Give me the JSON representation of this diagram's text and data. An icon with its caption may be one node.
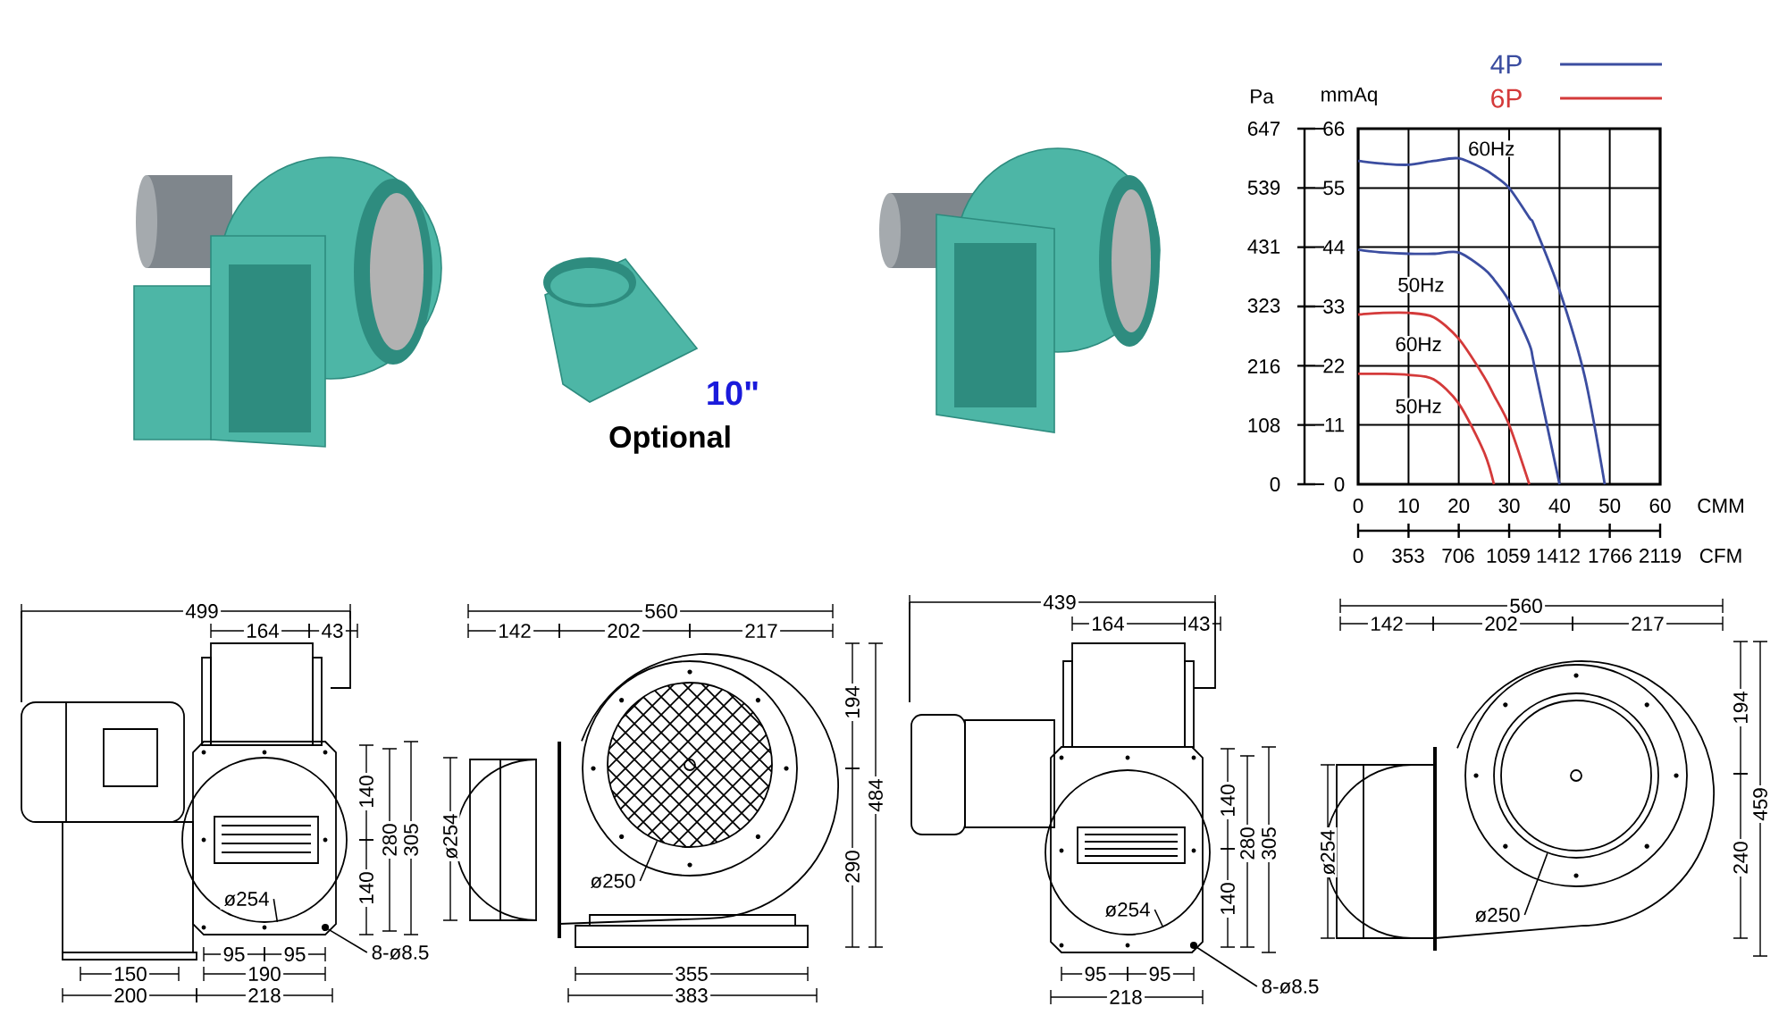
{
  "diagram": {
    "nodes": [
      {
        "text": [],
        "shape": "circle"
      },
      {
        "text": [
          "ø254"
        ],
        "in": 0
      },
      {
        "text": [],
        "shape": "circle"
      },
      {
        "text": [
          "8-ø8.5"
        ]
      },
      {
        "text": [],
        "shape": "circle"
      },
      {
        "text": [
          "ø250"
        ]
      },
      {
        "text": [],
        "shape": "circle"
      },
      {
        "text": [
          "ø254"
        ],
        "in": 6
      },
      {
        "text": [],
        "shape": "circle"
      },
      {
        "text": [
          "8-ø8.5"
        ]
      },
      {
        "text": [],
        "shape": "circle"
      },
      {
        "text": [
          "ø250"
        ]
      }
    ],
    "edges": [
      {
        "from": 1,
        "to": 0,
        "arrow": "none"
      },
      {
        "from": 3,
        "to": 2,
        "arrow": "none"
      },
      {
        "from": 5,
        "to": 4,
        "arrow": "none"
      },
      {
        "from": 7,
        "to": 6,
        "arrow": "none"
      },
      {
        "from": 9,
        "to": 8,
        "arrow": "none"
      },
      {
        "from": 11,
        "to": 10,
        "arrow": "none"
      }
    ],
    "labels": [
      "10\"",
      "Optional",
      "Pa",
      "647",
      "539",
      "431",
      "323",
      "216",
      "108",
      "0",
      "0",
      "353",
      "706",
      "1059",
      "1412",
      "1766",
      "2119",
      "CFM",
      "499",
      "164",
      "43",
      "140",
      "280",
      "305",
      "140",
      "95",
      "95",
      "150",
      "190",
      "200",
      "218",
      "560",
      "142",
      "202",
      "217",
      "194",
      "484",
      "ø254",
      "290",
      "355",
      "383",
      "439",
      "164",
      "43",
      "140",
      "280",
      "305",
      "140",
      "95",
      "95",
      "218",
      "560",
      "142",
      "202",
      "217",
      "194",
      "459",
      "ø254",
      "240"
    ],
    "legend": [
      {
        "text": "4P",
        "color": "#3b4da0"
      },
      {
        "text": "6P",
        "color": "#d43a3a"
      }
    ],
    "chart_data": {
      "type": "line",
      "xlabel": "CMM",
      "ylabel": "mmAq",
      "grid": true,
      "x": [
        0,
        5,
        10,
        15,
        20,
        25,
        27,
        30,
        34,
        35,
        40,
        45,
        49
      ],
      "xlim": [
        0,
        60
      ],
      "ylim": [
        0,
        66
      ],
      "xticks": [
        0,
        10,
        20,
        30,
        40,
        50,
        60
      ],
      "yticks": [
        0,
        11,
        22,
        33,
        44,
        55,
        66
      ],
      "series": [
        {
          "name": "60Hz",
          "color": "#3b4da0",
          "values": [
            60,
            59.5,
            59.3,
            60,
            60.5,
            58.5,
            57.3,
            55,
            49.5,
            48,
            36,
            20,
            0
          ]
        },
        {
          "name": "50Hz",
          "color": "#3b4da0",
          "values": [
            43.5,
            43,
            42.8,
            42.8,
            43,
            40,
            38,
            34,
            26,
            22,
            0,
            null,
            null
          ]
        },
        {
          "name": "60Hz",
          "color": "#d43a3a",
          "values": [
            31.5,
            31.8,
            31.8,
            31,
            27,
            20,
            16.5,
            11,
            0,
            null,
            null,
            null,
            null
          ]
        },
        {
          "name": "50Hz",
          "color": "#d43a3a",
          "values": [
            20.5,
            20.5,
            20.3,
            19.5,
            15,
            6,
            0,
            null,
            null,
            null,
            null,
            null,
            null
          ]
        }
      ]
    }
  }
}
